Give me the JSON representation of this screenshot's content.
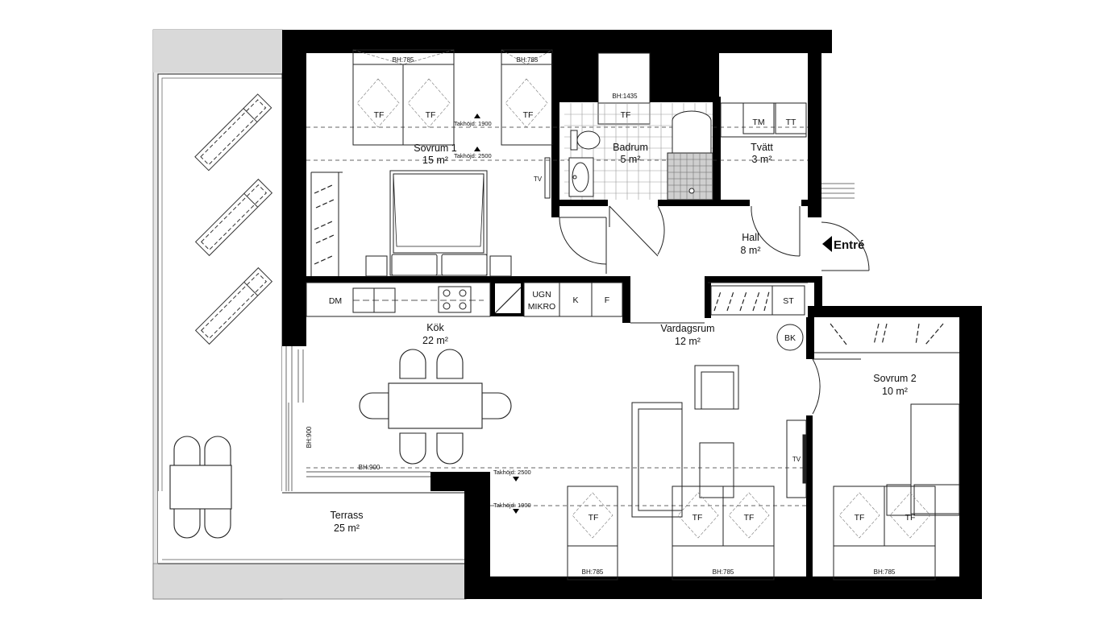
{
  "rooms": {
    "sovrum1": {
      "name": "Sovrum 1",
      "area": "15 m²"
    },
    "badrum": {
      "name": "Badrum",
      "area": "5 m²"
    },
    "tvatt": {
      "name": "Tvätt",
      "area": "3 m²"
    },
    "hall": {
      "name": "Hall",
      "area": "8 m²"
    },
    "kok": {
      "name": "Kök",
      "area": "22 m²"
    },
    "vardagsrum": {
      "name": "Vardagsrum",
      "area": "12 m²"
    },
    "sovrum2": {
      "name": "Sovrum 2",
      "area": "10 m²"
    },
    "terrass": {
      "name": "Terrass",
      "area": "25 m²"
    }
  },
  "entrance": "Entré",
  "appliances": {
    "dm": "DM",
    "ugn": "UGN",
    "mikro": "MIKRO",
    "k": "K",
    "f": "F",
    "tm": "TM",
    "tt": "TT",
    "st": "ST",
    "bk": "BK",
    "tv": "TV"
  },
  "window_label": "TF",
  "sill_heights": {
    "bh785": "BH:785",
    "bh1435": "BH:1435",
    "bh900": "BH:900"
  },
  "ceiling_heights": {
    "h1900": "Takhöjd: 1900",
    "h2500": "Takhöjd: 2500"
  }
}
